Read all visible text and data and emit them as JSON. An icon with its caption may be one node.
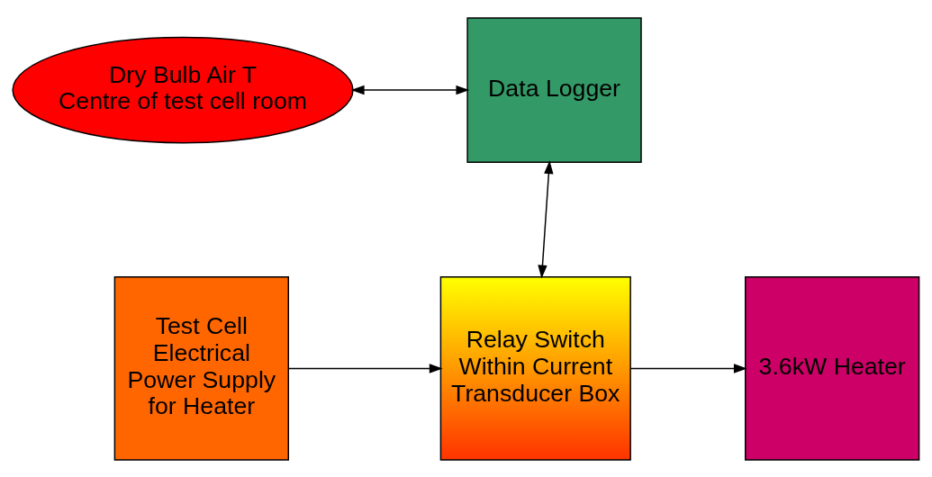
{
  "diagram": {
    "nodes": [
      {
        "text": [
          "Dry Bulb Air T",
          "Centre of test cell room"
        ]
      },
      {
        "text": [
          "Data Logger"
        ]
      },
      {
        "text": [
          "Test Cell Electrical Power Supply for Heater"
        ]
      },
      {
        "text": [
          "Relay Switch Within Current Transducer Box"
        ]
      },
      {
        "text": [
          "3.6kW Heater"
        ]
      }
    ],
    "edges": [
      {
        "from": 0,
        "to": 1,
        "arrow": "both"
      },
      {
        "from": 1,
        "to": 3,
        "arrow": "both"
      },
      {
        "from": 2,
        "to": 3,
        "arrow": "to"
      },
      {
        "from": 3,
        "to": 4,
        "arrow": "to"
      }
    ]
  }
}
